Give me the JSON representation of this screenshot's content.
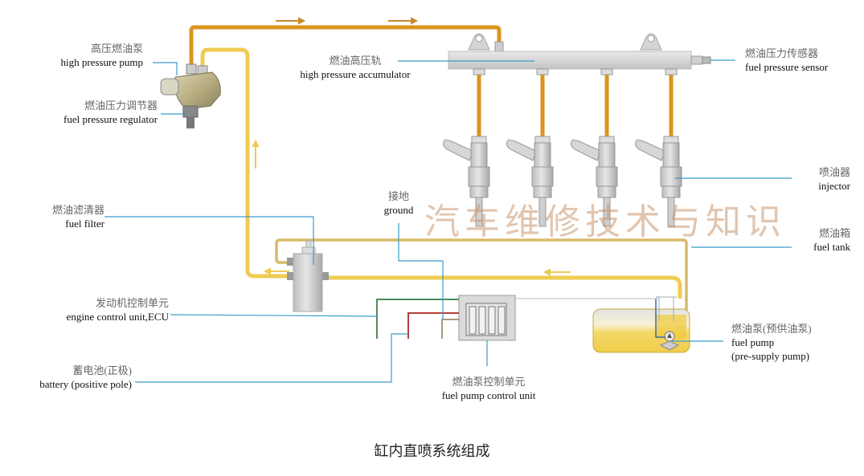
{
  "title": "缸内直喷系统组成",
  "watermark": "汽车维修技术与知识",
  "colors": {
    "high_pressure_line": "#D9951E",
    "low_pressure_line": "#EECB52",
    "return_line": "#D8BA6A",
    "leader_line": "#3A9CC8",
    "wire_green": "#4E8C5A",
    "wire_red": "#B5403A",
    "wire_tan": "#A99A80",
    "component_grey": "#CFCFCF",
    "tank_fuel": "#F3D255"
  },
  "components": [
    {
      "id": "high_pressure_pump",
      "zh": "高压燃油泵",
      "en": "high pressure pump"
    },
    {
      "id": "fuel_pressure_regulator",
      "zh": "燃油压力调节器",
      "en": "fuel pressure regulator"
    },
    {
      "id": "high_pressure_accumulator",
      "zh": "燃油高压轨",
      "en": "high pressure accumulator"
    },
    {
      "id": "fuel_pressure_sensor",
      "zh": "燃油压力传感器",
      "en": "fuel pressure sensor"
    },
    {
      "id": "injector",
      "zh": "喷油器",
      "en": "injector"
    },
    {
      "id": "fuel_filter",
      "zh": "燃油滤清器",
      "en": "fuel filter"
    },
    {
      "id": "ground",
      "zh": "接地",
      "en": "ground"
    },
    {
      "id": "fuel_tank",
      "zh": "燃油箱",
      "en": "fuel tank"
    },
    {
      "id": "ecu",
      "zh": "发动机控制单元",
      "en": "engine control unit,ECU"
    },
    {
      "id": "fuel_pump",
      "zh": "燃油泵(预供油泵)",
      "en": "fuel pump",
      "en2": "(pre-supply pump)"
    },
    {
      "id": "battery",
      "zh": "蓄电池(正极)",
      "en": "battery (positive pole)"
    },
    {
      "id": "fuel_pump_control_unit",
      "zh": "燃油泵控制单元",
      "en": "fuel pump control unit"
    }
  ],
  "injector_count": 4,
  "flow_arrows": [
    "right",
    "right",
    "up",
    "left",
    "left"
  ]
}
